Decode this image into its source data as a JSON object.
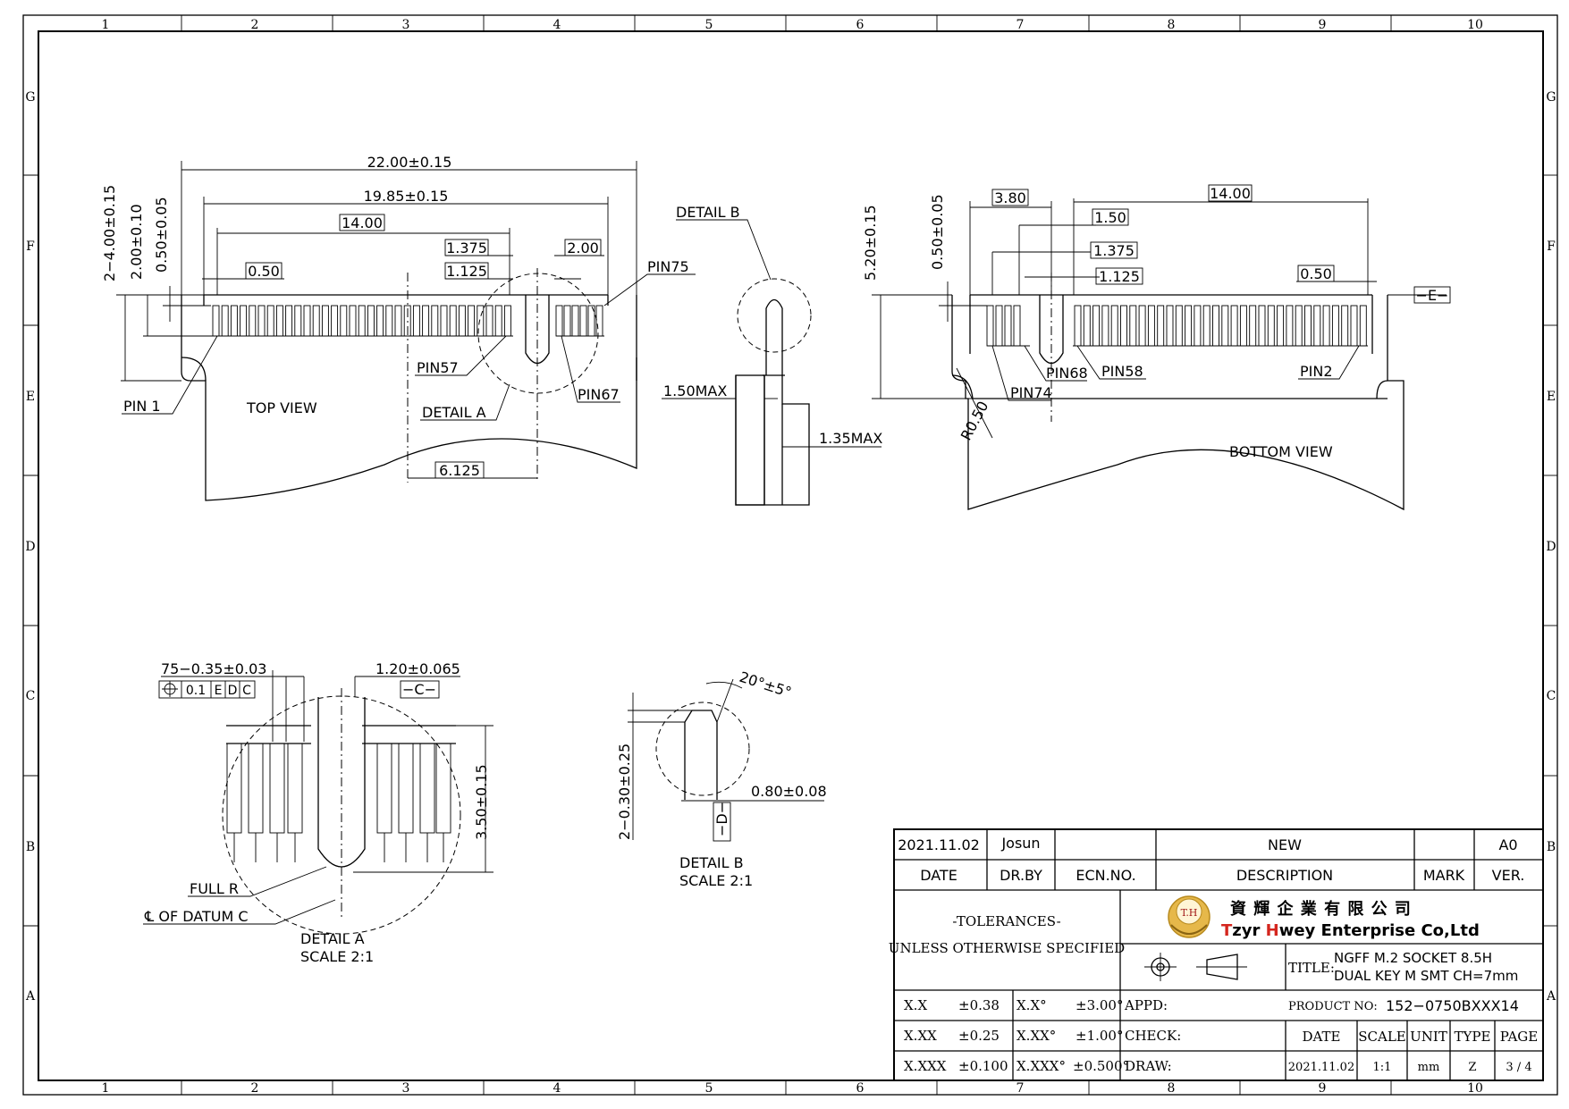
{
  "border": {
    "columns": [
      "1",
      "2",
      "3",
      "4",
      "5",
      "6",
      "7",
      "8",
      "9",
      "10"
    ],
    "rows": [
      "G",
      "F",
      "E",
      "D",
      "C",
      "B",
      "A"
    ]
  },
  "top_view": {
    "label": "TOP VIEW",
    "dims": {
      "overall": "22.00±0.15",
      "body": "19.85±0.15",
      "pitch_span": "14.00",
      "d1375": "1.375",
      "d1125": "1.125",
      "d200": "2.00",
      "d050": "0.50",
      "d6125": "6.125",
      "v1": "2−4.00±0.15",
      "v2": "2.00±0.10",
      "v3": "0.50±0.05"
    },
    "callouts": {
      "pin1": "PIN 1",
      "pin57": "PIN57",
      "pin67": "PIN67",
      "pin75": "PIN75",
      "detail_a": "DETAIL A"
    }
  },
  "side_view": {
    "detail_b": "DETAIL B",
    "max1": "1.50MAX",
    "max2": "1.35MAX"
  },
  "bottom_view": {
    "label": "BOTTOM VIEW",
    "dims": {
      "d380": "3.80",
      "d1400": "14.00",
      "d150": "1.50",
      "d1375": "1.375",
      "d1125": "1.125",
      "d050": "0.50",
      "v1": "5.20±0.15",
      "v2": "0.50±0.05",
      "r050": "R0.50",
      "datum_e": "−E−"
    },
    "callouts": {
      "pin2": "PIN2",
      "pin58": "PIN58",
      "pin68": "PIN68",
      "pin74": "PIN74"
    }
  },
  "detail_a_view": {
    "pins_dim": "75−0.35±0.03",
    "gap_dim": "1.20±0.065",
    "fcf": [
      "0.1",
      "E",
      "D",
      "C"
    ],
    "datum_c": "−C−",
    "height": "3.50±0.15",
    "full_r": "FULL R",
    "center": "℄ OF DATUM C",
    "title1": "DETAIL A",
    "title2": "SCALE 2:1"
  },
  "detail_b_view": {
    "angle": "20°±5°",
    "height": "2−0.30±0.25",
    "width": "0.80±0.08",
    "datum_d": "−D−",
    "title1": "DETAIL B",
    "title2": "SCALE 2:1"
  },
  "title_block": {
    "rev_date": "2021.11.02",
    "rev_by": "Josun",
    "rev_desc": "NEW",
    "rev_ver": "A0",
    "h_date": "DATE",
    "h_drby": "DR.BY",
    "h_ecn": "ECN.NO.",
    "h_desc": "DESCRIPTION",
    "h_mark": "MARK",
    "h_ver": "VER.",
    "tol_title": "-TOLERANCES-",
    "tol_sub": "UNLESS OTHERWISE SPECIFIED",
    "logo_initials": "T.H",
    "company_cn": "資 輝 企 業 有 限 公 司",
    "company_t": "T",
    "company_zyr": "zyr ",
    "company_h": "H",
    "company_rest": "wey Enterprise Co,Ltd",
    "title_label": "TITLE:",
    "title_line1": "NGFF M.2 SOCKET 8.5H",
    "title_line2": "DUAL KEY M SMT CH=7mm",
    "tolerances": [
      {
        "k1": "X.X",
        "v1": "±0.38",
        "k2": "X.X°",
        "v2": "±3.00°"
      },
      {
        "k1": "X.XX",
        "v1": "±0.25",
        "k2": "X.XX°",
        "v2": "±1.00°"
      },
      {
        "k1": "X.XXX",
        "v1": "±0.100",
        "k2": "X.XXX°",
        "v2": "±0.500°"
      }
    ],
    "appd": "APPD:",
    "check": "CHECK:",
    "draw": "DRAW:",
    "product_label": "PRODUCT NO:",
    "product_no": "152−0750BXXX14",
    "h_date2": "DATE",
    "h_scale": "SCALE",
    "h_unit": "UNIT",
    "h_type": "TYPE",
    "h_page": "PAGE",
    "date": "2021.11.02",
    "scale": "1:1",
    "unit": "mm",
    "type": "Z",
    "page": "3 / 4"
  }
}
